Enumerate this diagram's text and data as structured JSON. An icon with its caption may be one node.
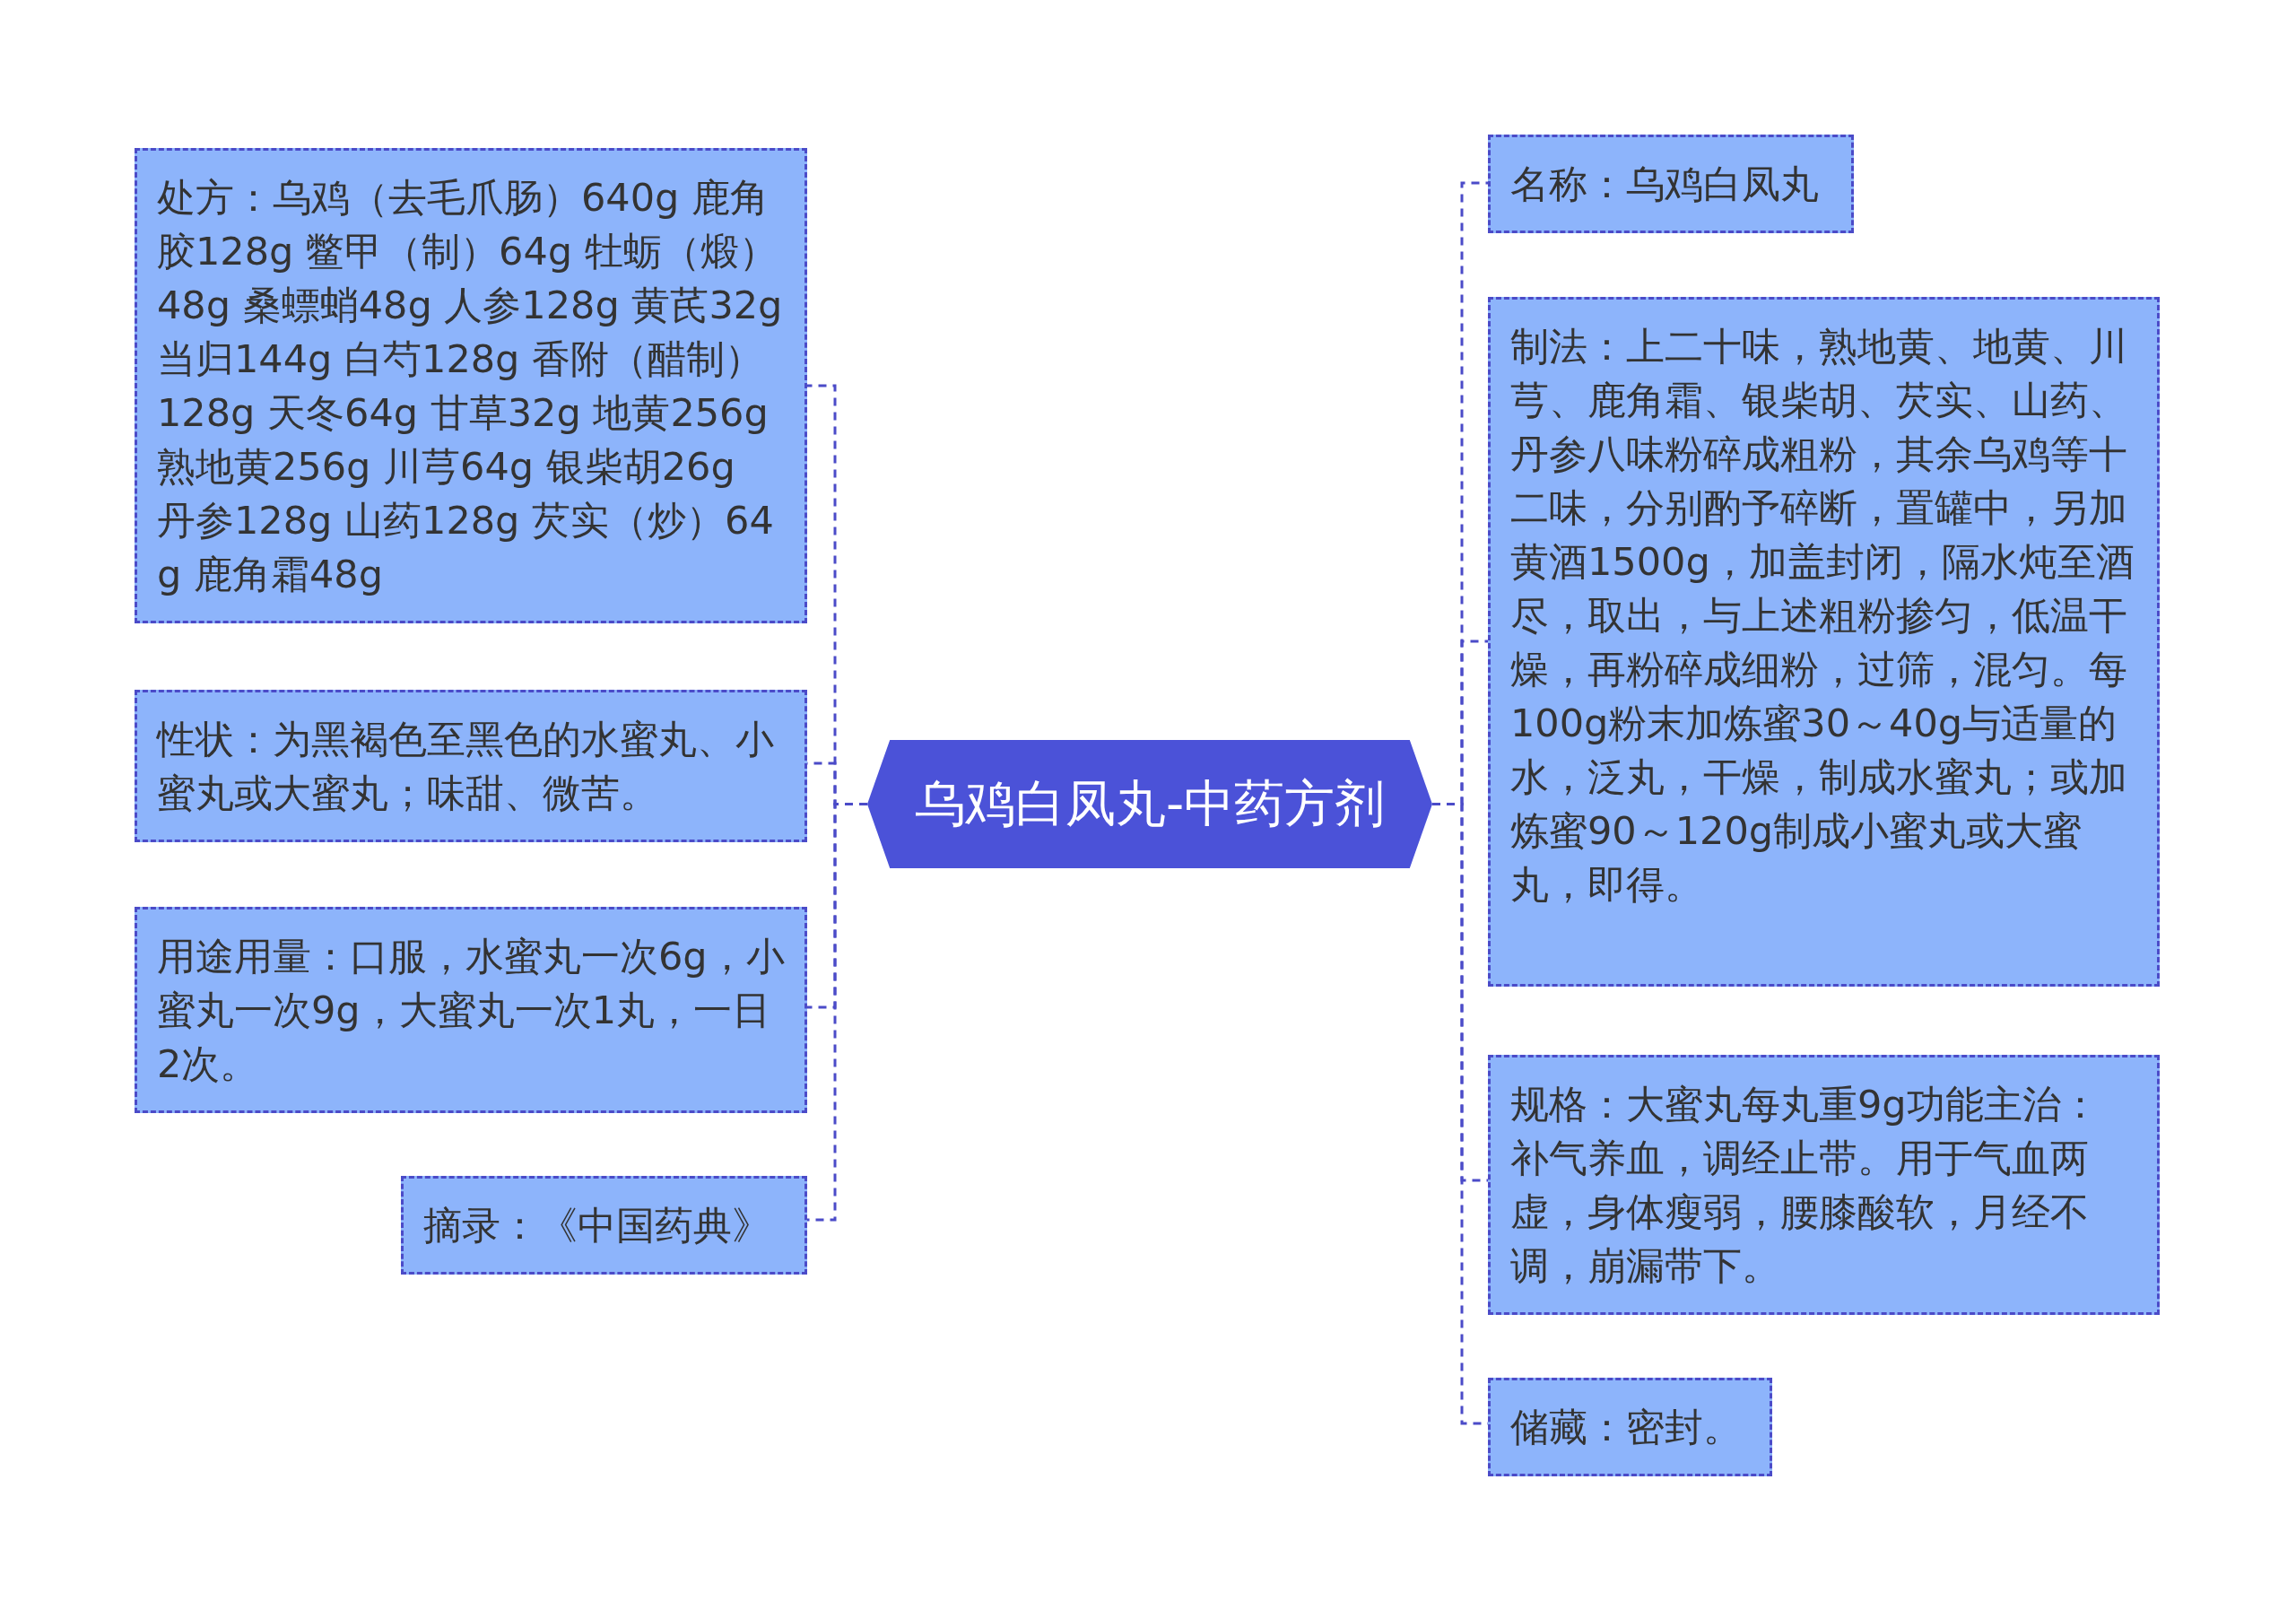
{
  "diagram": {
    "nodes": [
      {
        "text": [
          "乌鸡白凤丸-中药方剂"
        ]
      },
      {
        "text": [
          "处方：乌鸡（去毛爪肠）640g 鹿角胶128g 鳖甲（制）64g 牡蛎（煅）48g 桑螵蛸48g 人参128g 黄芪32g 当归144g 白芍128g 香附（醋制）128g 天冬64g 甘草32g 地黄256g 熟地黄256g 川芎64g 银柴胡26g 丹参128g 山药128g 芡实（炒）64g 鹿角霜48g"
        ]
      },
      {
        "text": [
          "性状：为黑褐色至黑色的水蜜丸、小蜜丸或大蜜丸；味甜、微苦。"
        ]
      },
      {
        "text": [
          "用途用量：口服，水蜜丸一次6g，小蜜丸一次9g，大蜜丸一次1丸，一日2次。"
        ]
      },
      {
        "text": [
          "摘录：《中国药典》"
        ]
      },
      {
        "text": [
          "名称：乌鸡白凤丸"
        ]
      },
      {
        "text": [
          "制法：上二十味，熟地黄、地黄、川芎、鹿角霜、银柴胡、芡实、山药、丹参八味粉碎成粗粉，其余乌鸡等十二味，分别酌予碎断，置罐中，另加黄酒1500g，加盖封闭，隔水炖至酒尽，取出，与上述粗粉掺匀，低温干燥，再粉碎成细粉，过筛，混匀。每100g粉末加炼蜜30～40g与适量的水，泛丸，干燥，制成水蜜丸；或加炼蜜90～120g制成小蜜丸或大蜜丸，即得。"
        ]
      },
      {
        "text": [
          "规格：大蜜丸每丸重9g功能主治：补气养血，调经止带。用于气血两虚，身体瘦弱，腰膝酸软，月经不调，崩漏带下。"
        ]
      },
      {
        "text": [
          "储藏：密封。"
        ]
      }
    ],
    "edges": [
      {
        "from": 0,
        "to": 1,
        "arrow": "none",
        "style": "dashed"
      },
      {
        "from": 0,
        "to": 2,
        "arrow": "none",
        "style": "dashed"
      },
      {
        "from": 0,
        "to": 3,
        "arrow": "none",
        "style": "dashed"
      },
      {
        "from": 0,
        "to": 4,
        "arrow": "none",
        "style": "dashed"
      },
      {
        "from": 0,
        "to": 5,
        "arrow": "none",
        "style": "dashed"
      },
      {
        "from": 0,
        "to": 6,
        "arrow": "none",
        "style": "dashed"
      },
      {
        "from": 0,
        "to": 7,
        "arrow": "none",
        "style": "dashed"
      },
      {
        "from": 0,
        "to": 8,
        "arrow": "none",
        "style": "dashed"
      }
    ]
  }
}
